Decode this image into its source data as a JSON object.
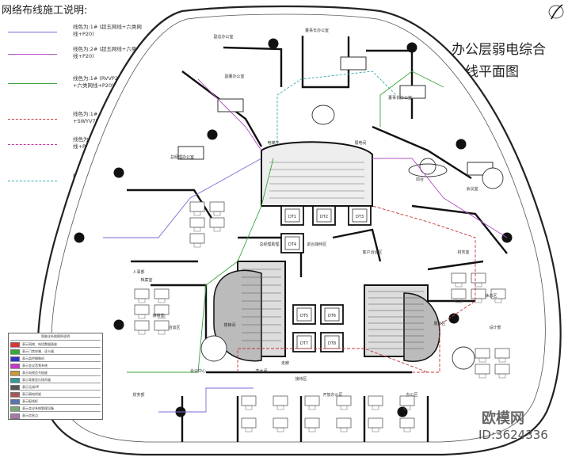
{
  "header": {
    "title": "网络布线施工说明:"
  },
  "drawing_title": {
    "line1": "办公层弱电综合",
    "line2": "布线平面图"
  },
  "legend": [
    {
      "color": "#7a6ad6",
      "dash": "solid",
      "text": "线色为:1# (超五网线+六类网线+P20)"
    },
    {
      "color": "#b64bc9",
      "dash": "solid",
      "text": "线色为:2# (超五网线+六类网线+P20)"
    },
    {
      "color": "#3aa33a",
      "dash": "solid",
      "text": "线色为:1# (RVVP2*1.0mm² +六类网线+P20)"
    },
    {
      "color": "#c23838",
      "dash": "dash",
      "text": "线色为:1# (2*六类网线 +SWYV75-5-4P+P25)"
    },
    {
      "color": "#c23b9c",
      "dash": "dash",
      "text": "线色为:4# (超五网线+六类网线+P20)"
    },
    {
      "color": "#36a8b4",
      "dash": "dash",
      "text": "线色为:6# (超五网线+六类网线+P20)"
    }
  ],
  "note_box": {
    "title": "智能化系统图例说明",
    "rows": [
      {
        "color": "#d33",
        "text": "表示网络、电话数据插座"
      },
      {
        "color": "#3a3",
        "text": "表示门禁终端、读卡器"
      },
      {
        "color": "#33c",
        "text": "表示监控摄像机"
      },
      {
        "color": "#c3c",
        "text": "表示会议音频系统"
      },
      {
        "color": "#c93",
        "text": "表示电视信号插座"
      },
      {
        "color": "#399",
        "text": "表示背景音乐扬声器"
      },
      {
        "color": "#555",
        "text": "表示无线AP"
      },
      {
        "color": "#a55",
        "text": "表示弱电桥架"
      },
      {
        "color": "#57a",
        "text": "表示配线柜"
      },
      {
        "color": "#7a7",
        "text": "表示会议系统管理设备"
      },
      {
        "color": "#a7a",
        "text": "表示信息点"
      }
    ]
  },
  "rooms": [
    {
      "name": "董事长办公室",
      "id": "r1"
    },
    {
      "name": "总经理办公室",
      "id": "r2"
    },
    {
      "name": "副董办公室",
      "id": "r3"
    },
    {
      "name": "董事长办公室",
      "id": "r4"
    },
    {
      "name": "会议室",
      "id": "r5"
    },
    {
      "name": "前台",
      "id": "r6"
    },
    {
      "name": "财务室",
      "id": "r7"
    },
    {
      "name": "档案室",
      "id": "r8"
    },
    {
      "name": "人事部",
      "id": "r9"
    },
    {
      "name": "洽谈区",
      "id": "r10"
    },
    {
      "name": "开放办公区",
      "id": "r11"
    },
    {
      "name": "茶水间",
      "id": "r12"
    },
    {
      "name": "会议中心",
      "id": "r13"
    },
    {
      "name": "接待区",
      "id": "r14"
    },
    {
      "name": "休息区",
      "id": "r15"
    },
    {
      "name": "副总办公室",
      "id": "r16"
    },
    {
      "name": "走廊",
      "id": "r17"
    },
    {
      "name": "电梯厅",
      "id": "r18"
    },
    {
      "name": "弱电间",
      "id": "r19"
    },
    {
      "name": "楼梯间",
      "id": "r20"
    },
    {
      "name": "办公区",
      "id": "r21"
    },
    {
      "name": "设计部",
      "id": "r22"
    },
    {
      "name": "接待室",
      "id": "r23"
    },
    {
      "name": "总经理助理",
      "id": "r24"
    },
    {
      "name": "前台接待区",
      "id": "r25"
    },
    {
      "name": "展示区",
      "id": "r26"
    },
    {
      "name": "客户洽谈区",
      "id": "r27"
    },
    {
      "name": "财务部",
      "id": "r28"
    }
  ],
  "elevators": [
    "DT1",
    "DT2",
    "DT3",
    "DT4",
    "DT5",
    "DT6",
    "DT7",
    "DT8"
  ],
  "watermark": {
    "brand": "欧模网",
    "id": "ID:3624336"
  },
  "colors": {
    "wall": "#111111",
    "outline": "#222222",
    "purple": "#7a6ad6",
    "magenta": "#b64bc9",
    "green": "#3aa33a",
    "red": "#c23838",
    "cyan": "#36a8b4"
  }
}
